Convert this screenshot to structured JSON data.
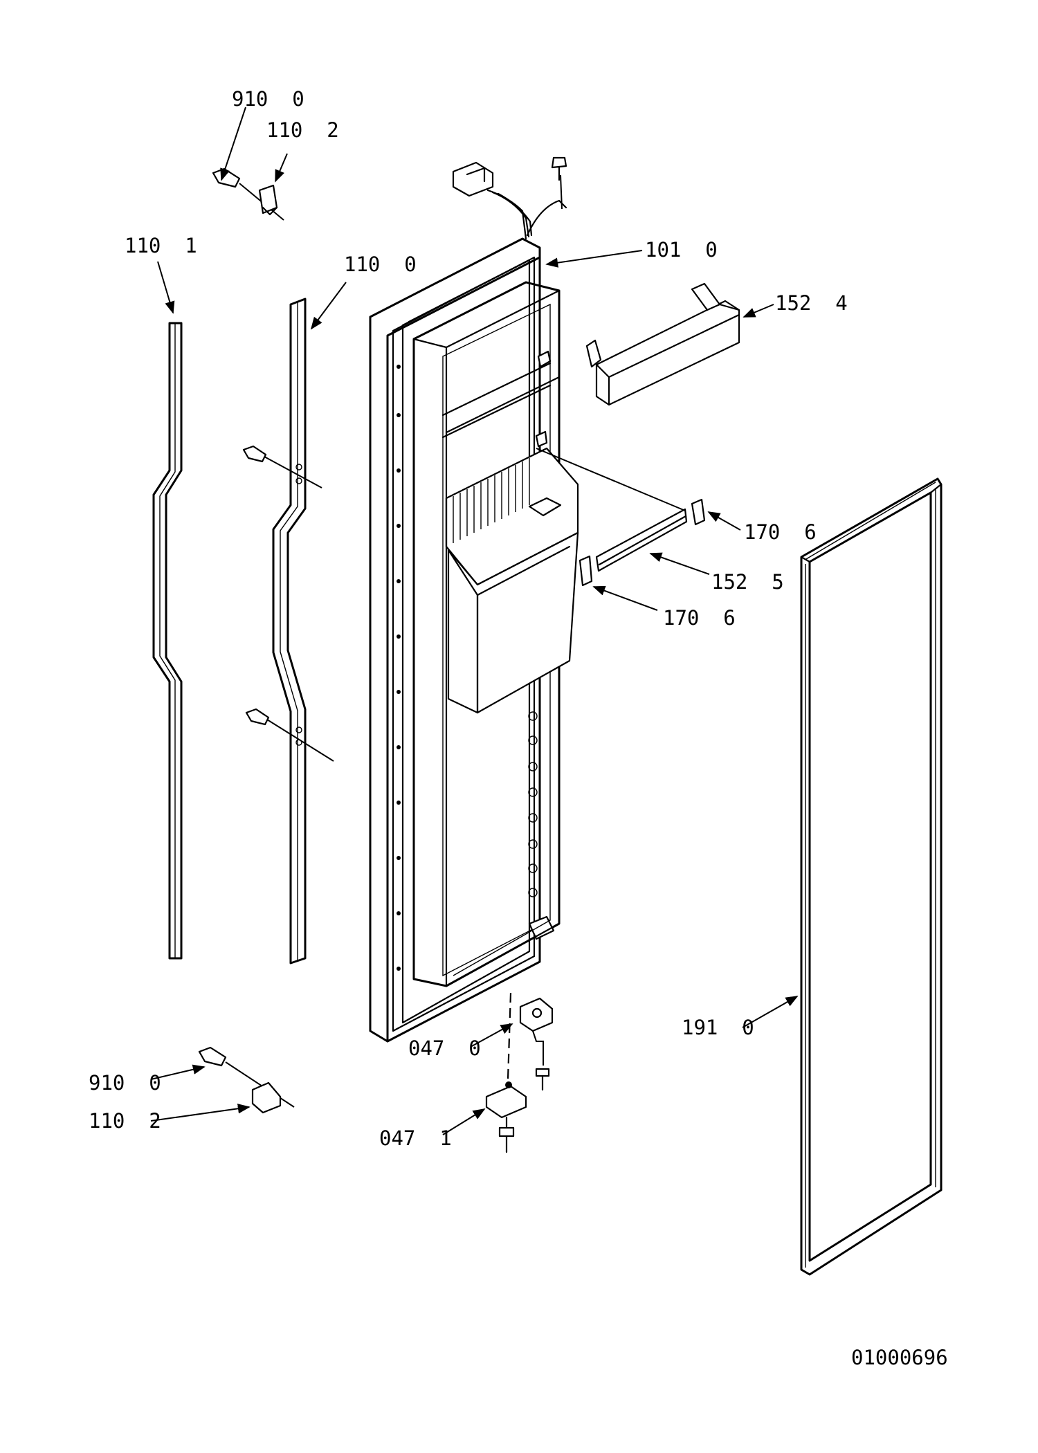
{
  "diagram": {
    "drawing_number": "01000696",
    "callouts": [
      {
        "id": "910-0-top",
        "text": "910  0"
      },
      {
        "id": "110-2-top",
        "text": "110  2"
      },
      {
        "id": "110-1",
        "text": "110  1"
      },
      {
        "id": "110-0",
        "text": "110  0"
      },
      {
        "id": "101-0",
        "text": "101  0"
      },
      {
        "id": "152-4",
        "text": "152  4"
      },
      {
        "id": "170-6-upper",
        "text": "170  6"
      },
      {
        "id": "152-5",
        "text": "152  5"
      },
      {
        "id": "170-6-lower",
        "text": "170  6"
      },
      {
        "id": "047-0",
        "text": "047  0"
      },
      {
        "id": "191-0",
        "text": "191  0"
      },
      {
        "id": "910-0-bottom",
        "text": "910  0"
      },
      {
        "id": "110-2-bottom",
        "text": "110  2"
      },
      {
        "id": "047-1",
        "text": "047  1"
      }
    ]
  }
}
